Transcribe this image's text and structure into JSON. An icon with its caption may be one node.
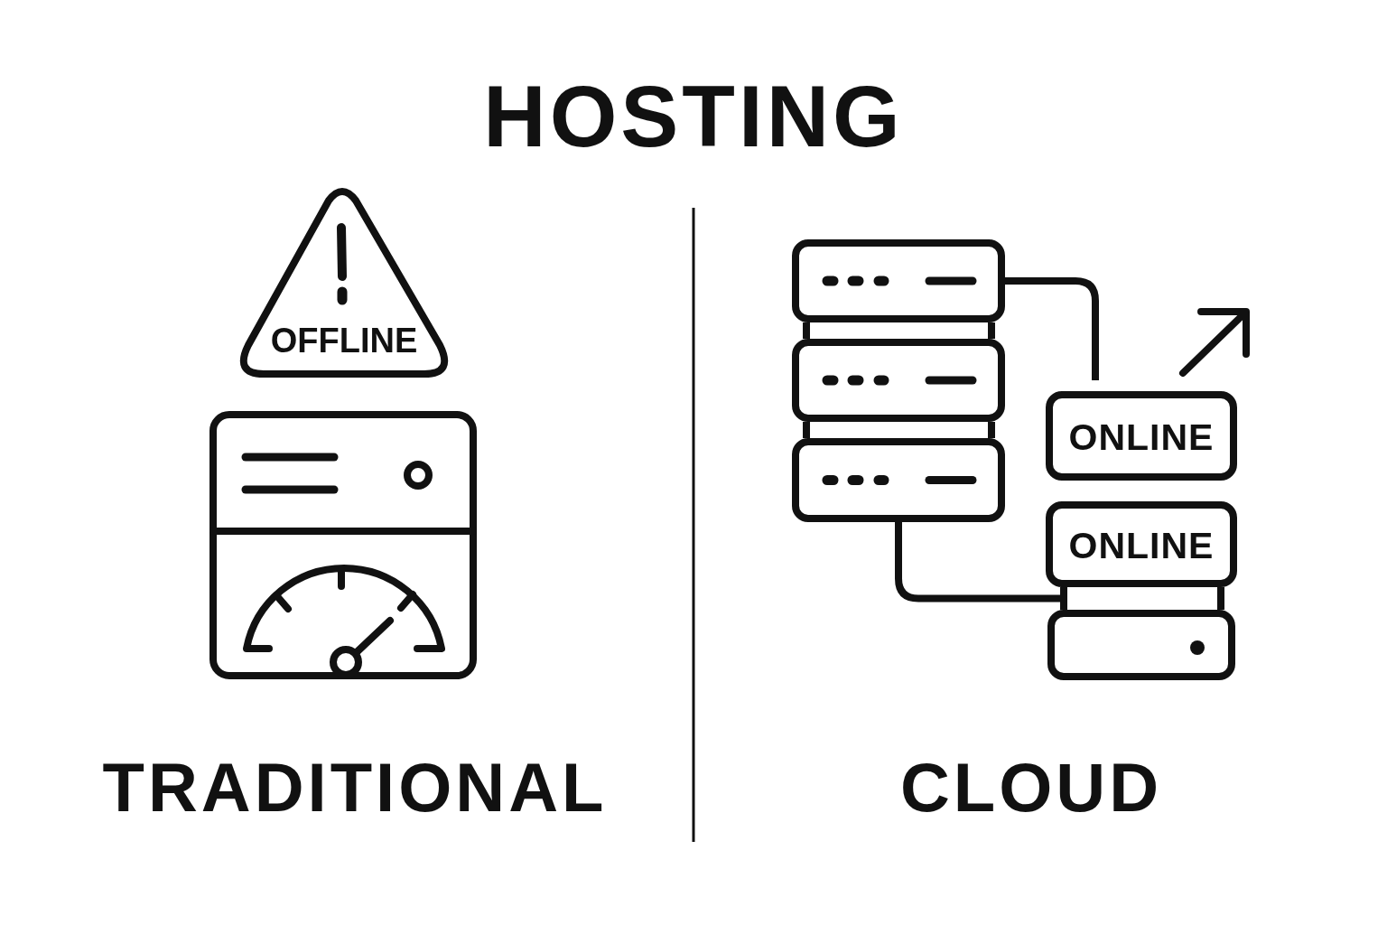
{
  "diagram": {
    "title": "HOSTING",
    "nodes": [
      {
        "text": [
          "OFFLINE"
        ]
      },
      {
        "text": [],
        "shape": "picture"
      },
      {
        "text": [],
        "shape": "box"
      },
      {
        "text": [],
        "shape": "bar"
      },
      {
        "text": [],
        "shape": "box"
      },
      {
        "text": [],
        "shape": "bar"
      },
      {
        "text": [],
        "shape": "box"
      },
      {
        "text": [
          "ONLINE"
        ]
      },
      {
        "text": [
          "ONLINE"
        ]
      },
      {
        "text": [],
        "shape": "bar"
      },
      {
        "text": [],
        "shape": "box"
      }
    ],
    "edges": [
      {
        "from": 2,
        "to": 7,
        "arrow": "none"
      },
      {
        "from": 6,
        "to": 9,
        "arrow": "none"
      }
    ],
    "labels": [
      "TRADITIONAL",
      "CLOUD"
    ]
  }
}
